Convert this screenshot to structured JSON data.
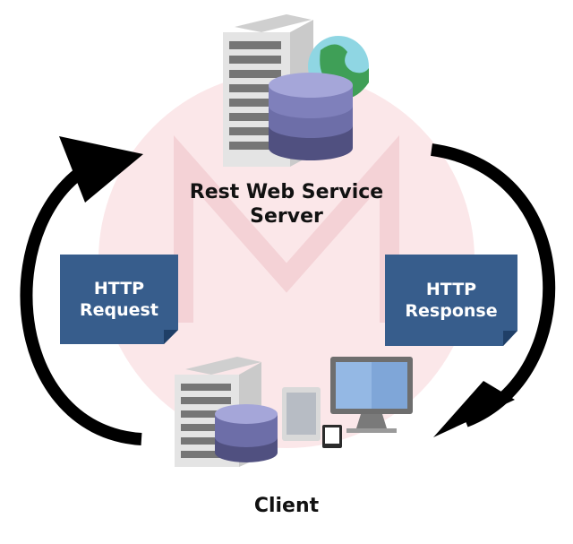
{
  "server": {
    "title_line1": "Rest Web Service",
    "title_line2": "Server"
  },
  "client": {
    "title": "Client"
  },
  "request_card": {
    "line1": "HTTP",
    "line2": "Request"
  },
  "response_card": {
    "line1": "HTTP",
    "line2": "Response"
  },
  "colors": {
    "card": "#375d8c",
    "card_fold": "#1f3f67",
    "arrow": "#000000",
    "watermark": "#fbe7e9",
    "db_top": "#8f8fc9",
    "db_mid": "#6d6ea8",
    "db_bottom": "#505080",
    "rack": "#e4e4e4",
    "globe_land": "#3f9f57",
    "globe_water": "#8fd6e3"
  },
  "icons": [
    "server-icon",
    "database-icon",
    "globe-icon",
    "tablet-icon",
    "phone-icon",
    "monitor-icon"
  ]
}
